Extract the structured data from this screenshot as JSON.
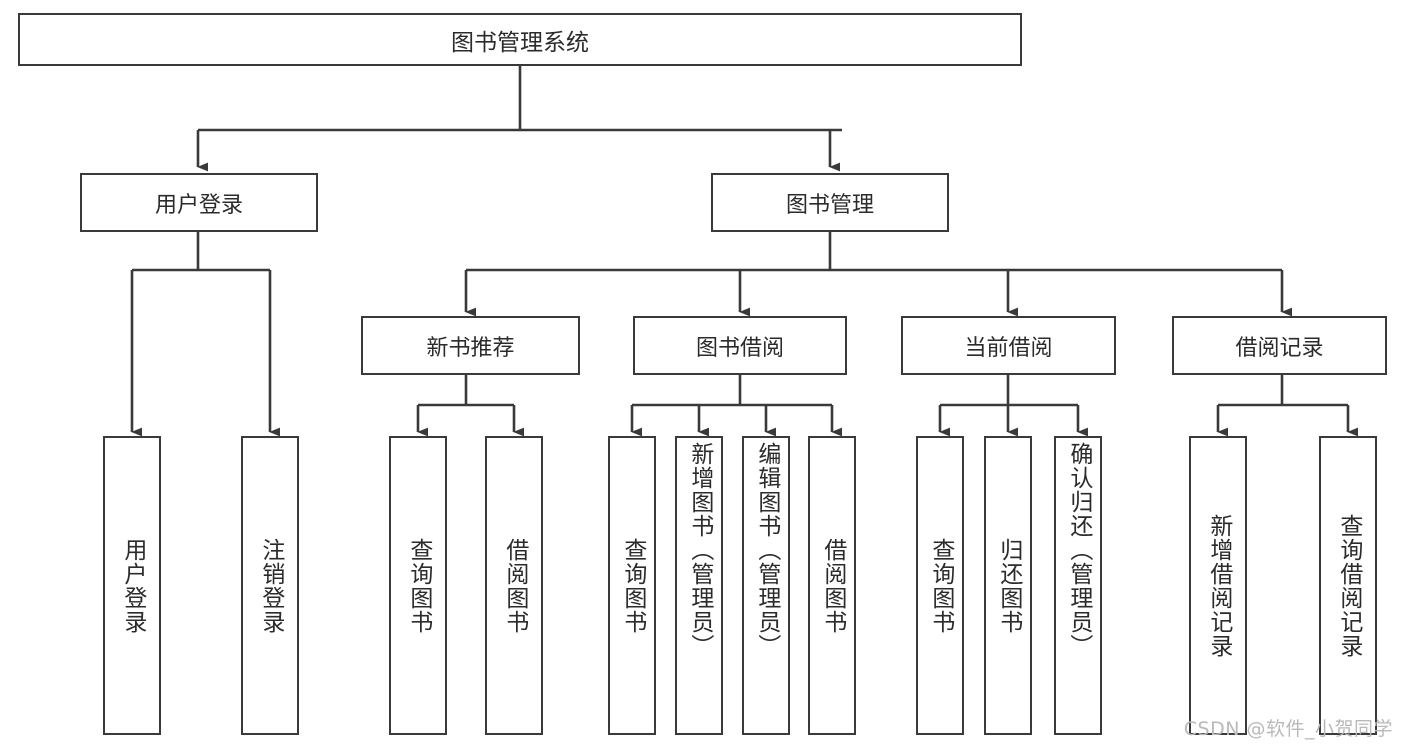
{
  "diagram": {
    "title": "图书管理系统",
    "type": "tree-hierarchy-diagram",
    "colors": {
      "box_border": "#3a3a3a",
      "box_fill": "#ffffff",
      "connector": "#3a3a3a",
      "text": "#2b2b2b",
      "watermark": "#b9b9b9",
      "background": "#ffffff"
    },
    "root": {
      "label": "图书管理系统"
    },
    "level2": [
      {
        "id": "user-login",
        "label": "用户登录"
      },
      {
        "id": "book-management",
        "label": "图书管理"
      }
    ],
    "level3": [
      {
        "id": "new-book-recommend",
        "label": "新书推荐"
      },
      {
        "id": "book-borrow",
        "label": "图书借阅"
      },
      {
        "id": "current-borrow",
        "label": "当前借阅"
      },
      {
        "id": "borrow-record",
        "label": "借阅记录"
      }
    ],
    "leaves": {
      "user_login": [
        {
          "id": "leaf-user-login",
          "label": "用户登录"
        },
        {
          "id": "leaf-logout-login",
          "label": "注销登录"
        }
      ],
      "new_book_recommend": [
        {
          "id": "leaf-query-book-1",
          "label": "查询图书"
        },
        {
          "id": "leaf-borrow-book-1",
          "label": "借阅图书"
        }
      ],
      "book_borrow": [
        {
          "id": "leaf-query-book-2",
          "label": "查询图书"
        },
        {
          "id": "leaf-add-book",
          "label": "新增图书（管理员）"
        },
        {
          "id": "leaf-edit-book",
          "label": "编辑图书（管理员）"
        },
        {
          "id": "leaf-borrow-book-2",
          "label": "借阅图书"
        }
      ],
      "current_borrow": [
        {
          "id": "leaf-query-book-3",
          "label": "查询图书"
        },
        {
          "id": "leaf-return-book",
          "label": "归还图书"
        },
        {
          "id": "leaf-confirm-return",
          "label": "确认归还（管理员）"
        }
      ],
      "borrow_record": [
        {
          "id": "leaf-add-borrow-record",
          "label": "新增借阅记录"
        },
        {
          "id": "leaf-query-borrow-record",
          "label": "查询借阅记录"
        }
      ]
    }
  },
  "watermark": {
    "text": "CSDN @软件_小贺同学"
  }
}
